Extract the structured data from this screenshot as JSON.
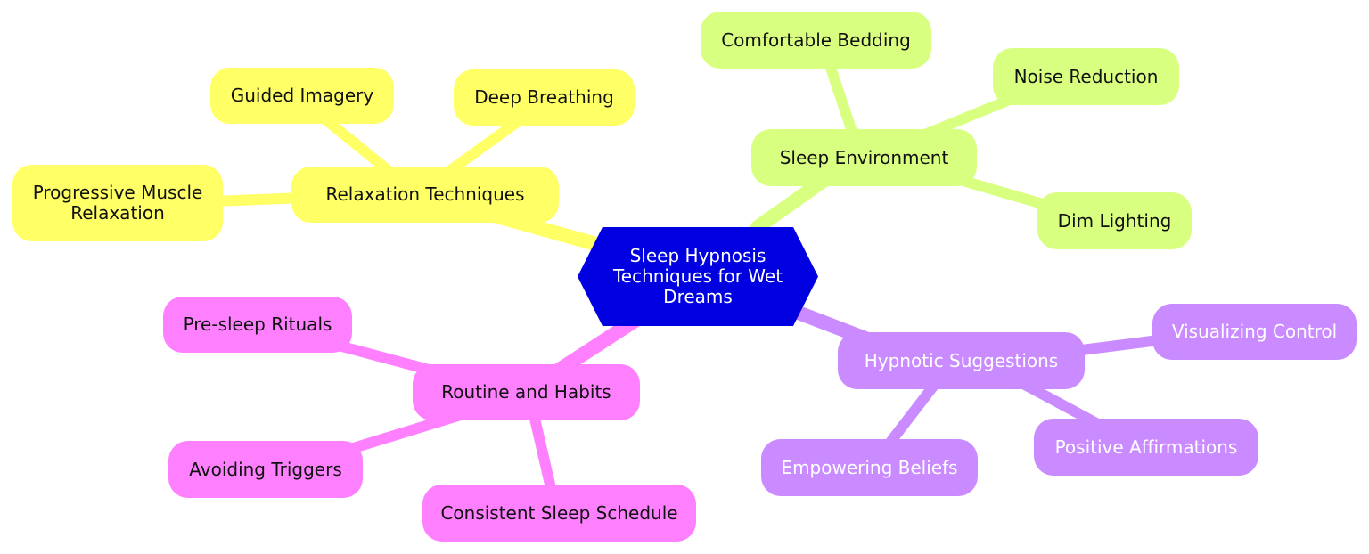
{
  "colors": {
    "root": "#0000e0",
    "relaxation": "#ffff66",
    "environment": "#d9ff80",
    "routine": "#ff80ff",
    "hypnotic": "#c98bff"
  },
  "root": {
    "label": "Sleep Hypnosis Techniques for Wet Dreams"
  },
  "branches": {
    "relaxation": {
      "label": "Relaxation Techniques",
      "children": [
        "Guided Imagery",
        "Deep Breathing",
        "Progressive Muscle Relaxation"
      ]
    },
    "environment": {
      "label": "Sleep Environment",
      "children": [
        "Comfortable Bedding",
        "Noise Reduction",
        "Dim Lighting"
      ]
    },
    "routine": {
      "label": "Routine and Habits",
      "children": [
        "Pre-sleep Rituals",
        "Avoiding Triggers",
        "Consistent Sleep Schedule"
      ]
    },
    "hypnotic": {
      "label": "Hypnotic Suggestions",
      "children": [
        "Visualizing Control",
        "Positive Affirmations",
        "Empowering Beliefs"
      ]
    }
  }
}
